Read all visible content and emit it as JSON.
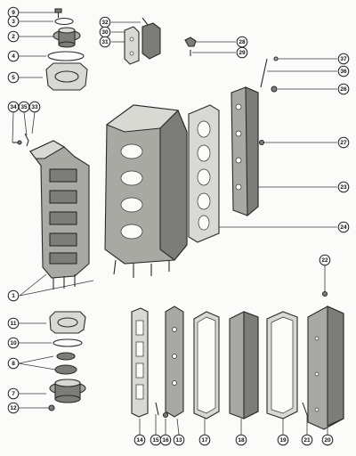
{
  "callouts": [
    {
      "id": "c9",
      "label": "9"
    },
    {
      "id": "c3",
      "label": "3"
    },
    {
      "id": "c2",
      "label": "2"
    },
    {
      "id": "c4",
      "label": "4"
    },
    {
      "id": "c5",
      "label": "5"
    },
    {
      "id": "c32",
      "label": "32"
    },
    {
      "id": "c30",
      "label": "30"
    },
    {
      "id": "c31",
      "label": "31"
    },
    {
      "id": "c28",
      "label": "28"
    },
    {
      "id": "c29",
      "label": "29"
    },
    {
      "id": "c37",
      "label": "37"
    },
    {
      "id": "c36",
      "label": "36"
    },
    {
      "id": "c26",
      "label": "26"
    },
    {
      "id": "c34",
      "label": "34"
    },
    {
      "id": "c35",
      "label": "35"
    },
    {
      "id": "c33",
      "label": "33"
    },
    {
      "id": "c27",
      "label": "27"
    },
    {
      "id": "c23",
      "label": "23"
    },
    {
      "id": "c24",
      "label": "24"
    },
    {
      "id": "c22",
      "label": "22"
    },
    {
      "id": "c1",
      "label": "1"
    },
    {
      "id": "c11",
      "label": "11"
    },
    {
      "id": "c10",
      "label": "10"
    },
    {
      "id": "c8",
      "label": "8"
    },
    {
      "id": "c7",
      "label": "7"
    },
    {
      "id": "c12",
      "label": "12"
    },
    {
      "id": "c14",
      "label": "14"
    },
    {
      "id": "c15",
      "label": "15"
    },
    {
      "id": "c16",
      "label": "16"
    },
    {
      "id": "c13",
      "label": "13"
    },
    {
      "id": "c17",
      "label": "17"
    },
    {
      "id": "c18",
      "label": "18"
    },
    {
      "id": "c19",
      "label": "19"
    },
    {
      "id": "c21",
      "label": "21"
    },
    {
      "id": "c20",
      "label": "20"
    }
  ]
}
